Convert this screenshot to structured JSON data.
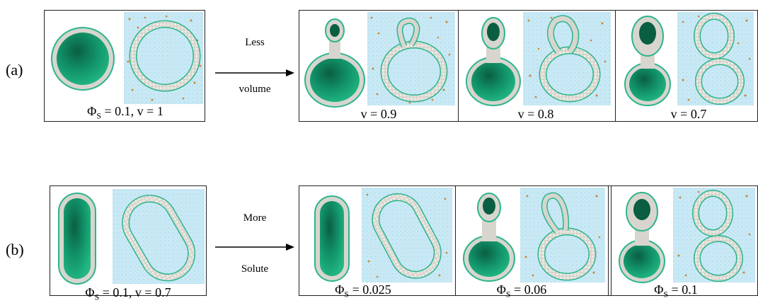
{
  "figure": {
    "colors": {
      "vesicle_green": "#17a878",
      "vesicle_dark": "#0c6e4e",
      "membrane_grey": "#d8d5cf",
      "membrane_edge": "#2bb58b",
      "water_blue": "#c9e9f5",
      "solute_orange": "#c8842d"
    },
    "row_a": {
      "label": "(a)",
      "initial_caption_symbol": "Φ",
      "initial_caption_sub": "S",
      "initial_caption_rest": " = 0.1, v = 1",
      "arrow_top": "Less",
      "arrow_bottom": "volume",
      "panels": [
        {
          "caption": "v = 0.9"
        },
        {
          "caption": "v = 0.8"
        },
        {
          "caption": "v = 0.7"
        }
      ]
    },
    "row_b": {
      "label": "(b)",
      "initial_caption_symbol": "Φ",
      "initial_caption_sub": "S",
      "initial_caption_rest": " = 0.1, v = 0.7",
      "arrow_top": "More",
      "arrow_bottom": "Solute",
      "panels": [
        {
          "caption_symbol": "Φ",
          "caption_sub": "S",
          "caption_rest": " = 0.025"
        },
        {
          "caption_symbol": "Φ",
          "caption_sub": "S",
          "caption_rest": " = 0.06"
        },
        {
          "caption_symbol": "Φ",
          "caption_sub": "S",
          "caption_rest": " = 0.1"
        }
      ]
    }
  }
}
